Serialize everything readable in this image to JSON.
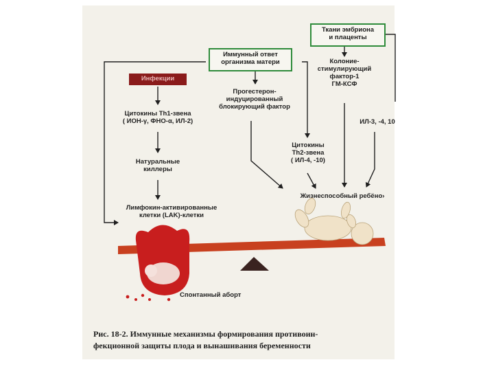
{
  "colors": {
    "box_border": "#2e8b3a",
    "infection_fill": "#8a1b1b",
    "seesaw_bar": "#c8401f",
    "fulcrum": "#3a2320",
    "fetus_red": "#c81e1e",
    "baby_skin": "#f0e2c8"
  },
  "boxes": {
    "embryo_tissues": "Ткани эмбриона\nи плаценты",
    "maternal_immune_response": "Иммунный ответ\nорганизма матери",
    "infections": "Инфекции"
  },
  "labels": {
    "colony_factor": "Колоние-\nстимулирующий\nфактор-1\nГМ-КСФ",
    "progesterone_factor": "Прогестерон-\nиндуцированный\nблокирующий фактор",
    "th1_cytokines": "Цитокины Th1-звена\n( ИОН-γ, ФНО-α, ИЛ-2)",
    "il_3_4_10": "ИЛ-3, -4, 10",
    "th2_cytokines": "Цитокины\nTh2-звена\n( ИЛ-4, -10)",
    "natural_killers": "Натуральные\nкиллеры",
    "viable_child": "Жизнеспособный ребёно›",
    "lak_cells": "Лимфокин-активированные\nклетки (LAK)-клетки",
    "spontaneous_abortion": "Спонтанный аборт"
  },
  "caption": {
    "text": "Рис. 18-2. Иммунные механизмы формирования противоин-\nфекционной защиты плода и вынашивания беременности"
  }
}
